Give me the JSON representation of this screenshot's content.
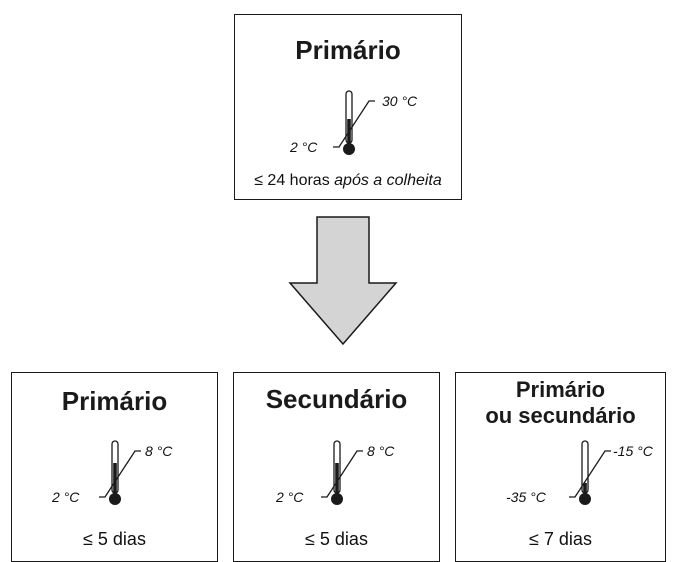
{
  "top_box": {
    "title": "Primário",
    "high_temp": "30 °C",
    "low_temp": "2 °C",
    "note_prefix": "≤ 24 horas ",
    "note_italic": "após a colheita"
  },
  "bottom_boxes": [
    {
      "title_line1": "Primário",
      "title_line2": "",
      "high_temp": "8 °C",
      "low_temp": "2 °C",
      "duration": "≤ 5 dias"
    },
    {
      "title_line1": "Secundário",
      "title_line2": "",
      "high_temp": "8 °C",
      "low_temp": "2 °C",
      "duration": "≤ 5 dias"
    },
    {
      "title_line1": "Primário",
      "title_line2": "ou secundário",
      "high_temp": "-15 °C",
      "low_temp": "-35 °C",
      "duration": "≤ 7 dias"
    }
  ],
  "colors": {
    "arrow_fill": "#d4d4d4",
    "stroke": "#1a1a1a"
  }
}
